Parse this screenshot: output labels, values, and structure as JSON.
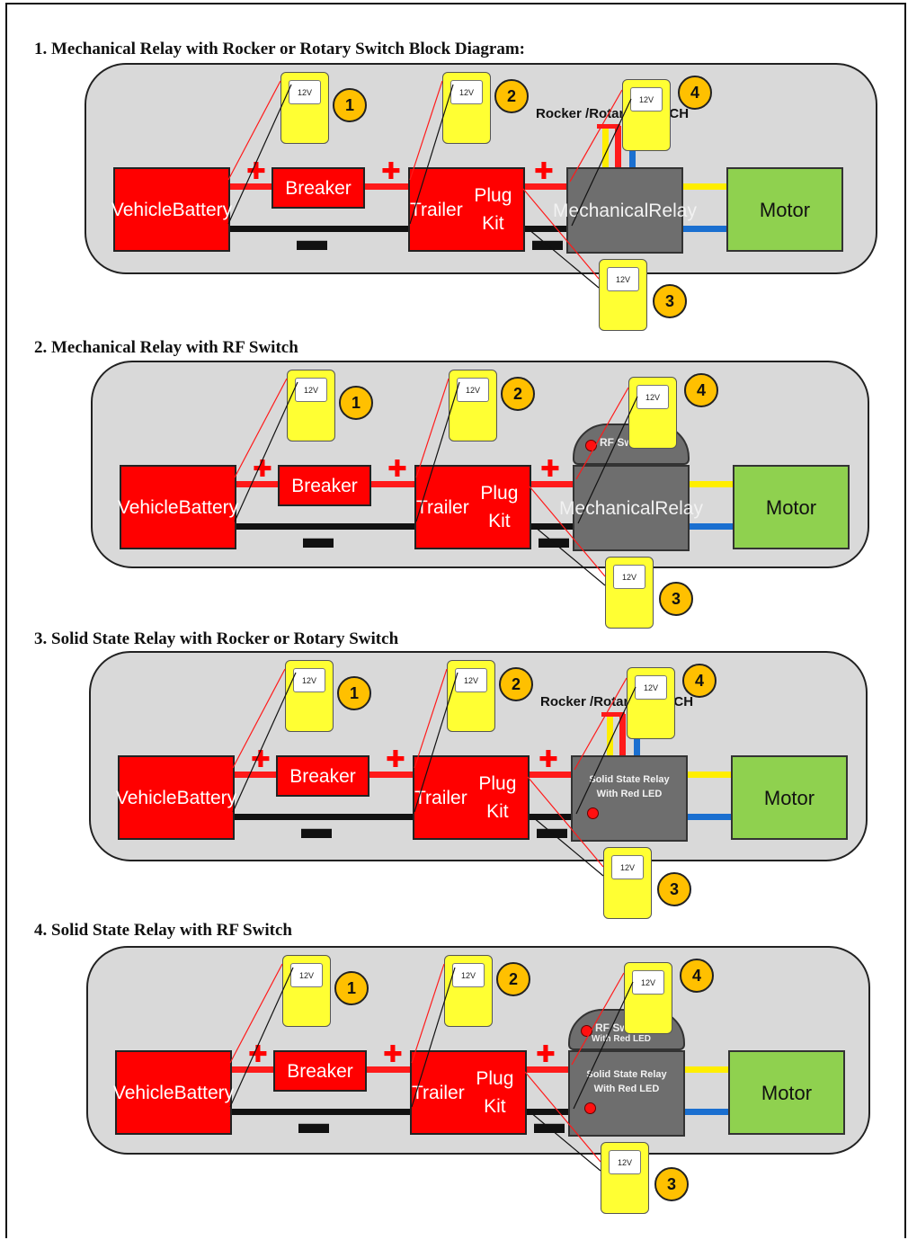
{
  "sections": [
    {
      "title": "1.   Mechanical Relay with Rocker or Rotary Switch Block Diagram:",
      "relay_type": "mechanical",
      "switch_type": "rocker"
    },
    {
      "title": "2.   Mechanical Relay with RF Switch",
      "relay_type": "mechanical",
      "switch_type": "rf"
    },
    {
      "title": "3.   Solid State Relay with Rocker or Rotary Switch",
      "relay_type": "ssr",
      "switch_type": "rocker"
    },
    {
      "title": "4.   Solid State Relay with RF Switch",
      "relay_type": "ssr",
      "switch_type": "rf"
    }
  ],
  "labels": {
    "battery_line1": "Vehicle",
    "battery_line2": "Battery",
    "breaker": "Breaker",
    "trailer_line1": "Trailer",
    "trailer_line2": "Plug Kit",
    "mech_relay_line1": "Mechanical",
    "mech_relay_line2": "Relay",
    "ssr_line1": "Solid State Relay",
    "ssr_line2": "With Red LED",
    "motor": "Motor",
    "rocker_switch": "Rocker /Rotary SWITCH",
    "rf_switch": "RF Switch",
    "rf_switch_led": "With Red LED",
    "meter": "12V",
    "plus": "✚",
    "minus": "▬",
    "points": [
      "1",
      "2",
      "3",
      "4"
    ]
  },
  "colors": {
    "positive_wire": "#ff1a1a",
    "negative_wire": "#111111",
    "motor_yellow": "#ffee00",
    "motor_blue": "#1a6fd0",
    "meter": "#ffff33",
    "marker": "#ffc000"
  }
}
